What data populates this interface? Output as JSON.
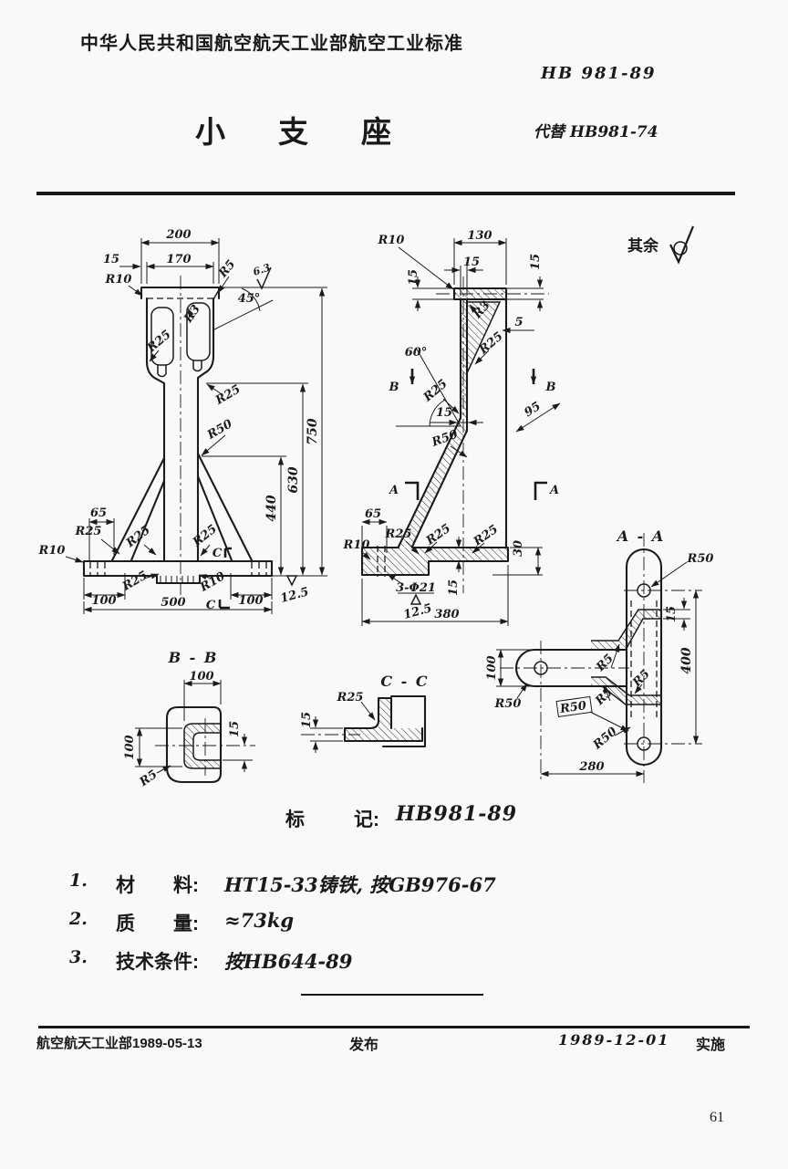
{
  "header": {
    "org": "中华人民共和国航空航天工业部航空工业标准",
    "standard_no": "HB 981-89",
    "title": "小支座",
    "replaces": "代替 HB981-74"
  },
  "surface_note": {
    "label": "其余"
  },
  "views": {
    "front": {
      "d200": "200",
      "d170": "170",
      "d15": "15",
      "r5": "R5",
      "rough": "6.3",
      "r10t": "R10",
      "a45": "45°",
      "r3": "R3",
      "r25a": "R25",
      "r25b": "R25",
      "r50": "R50",
      "d750": "750",
      "d630": "630",
      "d440": "440",
      "d65": "65",
      "r25c": "R25",
      "r10l": "R10",
      "r25d": "R25",
      "r25e": "R25",
      "r25f": "R25",
      "r10b": "R10",
      "d100l": "100",
      "d100r": "100",
      "rough2": "12.5",
      "d500": "500",
      "cmark": "C",
      "cmark2": "C"
    },
    "side": {
      "r10": "R10",
      "d130": "130",
      "d15a": "15",
      "d15b": "15",
      "d15c": "15",
      "r3": "R3",
      "d5": "5",
      "r25a": "R25",
      "a60": "60°",
      "bmark": "B",
      "bmark2": "B",
      "r25b": "R25",
      "d15d": "15",
      "d95": "95",
      "r50": "R50",
      "amark": "A",
      "amark2": "A",
      "d65": "65",
      "r25c": "R25",
      "r10b": "R10",
      "r25d": "R25",
      "r25e": "R25",
      "d30": "30",
      "d15e": "15",
      "holes": "3-Φ21",
      "rough": "12.5",
      "d380": "380"
    },
    "aa": {
      "title": "A - A",
      "r50a": "R50",
      "d15": "15",
      "d400": "400",
      "d100": "100",
      "r50b": "R50",
      "r50c": "R50",
      "r5a": "R5",
      "r5b": "R5",
      "r5c": "R5",
      "r50d": "R50",
      "d280": "280"
    },
    "bb": {
      "title": "B - B",
      "d100a": "100",
      "d100b": "100",
      "d15": "15",
      "r5": "R5"
    },
    "cc": {
      "title": "C - C",
      "r25": "R25",
      "d15": "15"
    }
  },
  "marking": {
    "label_1": "标",
    "label_2": "记:",
    "value": "HB981-89"
  },
  "notes": [
    {
      "no": "1.",
      "label": "材　　料:",
      "value": "HT15-33铸铁, 按GB976-67"
    },
    {
      "no": "2.",
      "label": "质　　量:",
      "value": "≈73kg"
    },
    {
      "no": "3.",
      "label": "技术条件:",
      "value": "按HB644-89"
    }
  ],
  "footer": {
    "issuer": "航空航天工业部1989-05-13",
    "issue_label": "发布",
    "impl_date": "1989-12-01",
    "impl_label": "实施"
  },
  "page_number": "61"
}
